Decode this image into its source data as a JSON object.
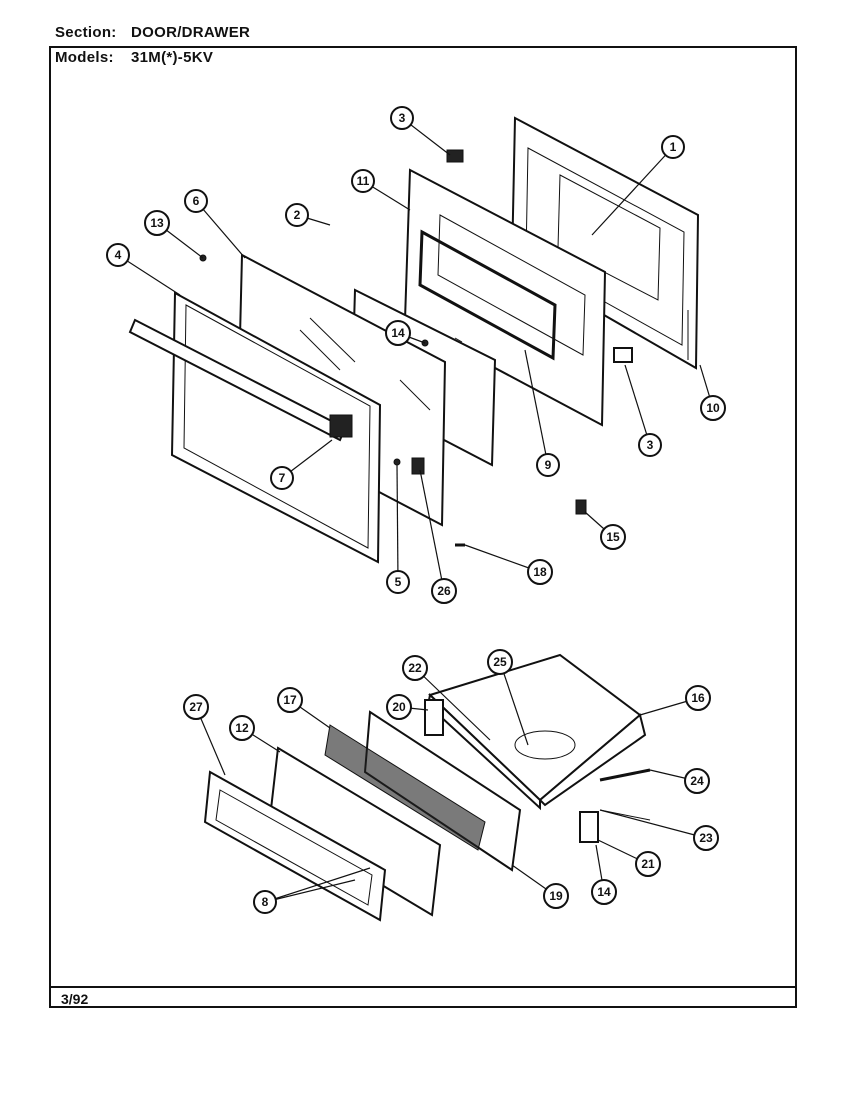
{
  "header": {
    "section_label": "Section:",
    "section_value": "DOOR/DRAWER",
    "models_label": "Models:",
    "models_value": "31M(*)-5KV"
  },
  "footer": {
    "date": "3/92"
  },
  "callouts": {
    "c1": "1",
    "c2": "2",
    "c3a": "3",
    "c3b": "3",
    "c4": "4",
    "c5": "5",
    "c6": "6",
    "c7": "7",
    "c8": "8",
    "c9": "9",
    "c10": "10",
    "c11": "11",
    "c12": "12",
    "c13": "13",
    "c14a": "14",
    "c14b": "14",
    "c15": "15",
    "c16": "16",
    "c17": "17",
    "c18": "18",
    "c19": "19",
    "c20": "20",
    "c21": "21",
    "c22": "22",
    "c23": "23",
    "c24": "24",
    "c25": "25",
    "c26": "26",
    "c27": "27"
  }
}
